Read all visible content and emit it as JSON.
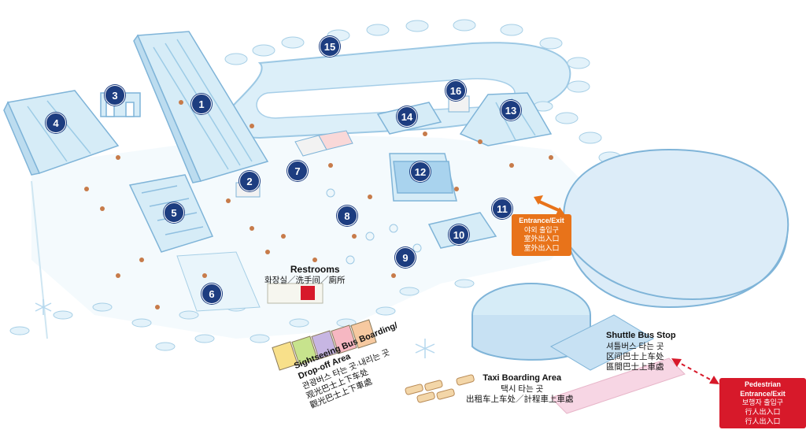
{
  "markers": [
    {
      "id": "marker-1",
      "label": "1"
    },
    {
      "id": "marker-2",
      "label": "2"
    },
    {
      "id": "marker-3",
      "label": "3"
    },
    {
      "id": "marker-4",
      "label": "4"
    },
    {
      "id": "marker-5",
      "label": "5"
    },
    {
      "id": "marker-6",
      "label": "6"
    },
    {
      "id": "marker-7",
      "label": "7"
    },
    {
      "id": "marker-8",
      "label": "8"
    },
    {
      "id": "marker-9",
      "label": "9"
    },
    {
      "id": "marker-10",
      "label": "10"
    },
    {
      "id": "marker-11",
      "label": "11"
    },
    {
      "id": "marker-12",
      "label": "12"
    },
    {
      "id": "marker-13",
      "label": "13"
    },
    {
      "id": "marker-14",
      "label": "14"
    },
    {
      "id": "marker-15",
      "label": "15"
    },
    {
      "id": "marker-16",
      "label": "16"
    }
  ],
  "restrooms": {
    "title": "Restrooms",
    "subtitle": "화장실／洗手间／廁所"
  },
  "entrance_exit": {
    "title": "Entrance/Exit",
    "lines": [
      "야외 출입구",
      "室外出入口",
      "室外出入口"
    ],
    "color": "#e8731a"
  },
  "pedestrian": {
    "title": "Pedestrian Entrance/Exit",
    "lines": [
      "보행자 출입구",
      "行人出入口",
      "行人出入口"
    ],
    "color": "#d7192a"
  },
  "shuttle": {
    "title": "Shuttle Bus Stop",
    "lines": [
      "셔틀버스 타는 곳",
      "区间巴士上车处",
      "區間巴士上車處"
    ]
  },
  "taxi": {
    "title": "Taxi Boarding Area",
    "lines": [
      "택시 타는 곳",
      "出租车上车处／計程車上車處"
    ]
  },
  "sightseeing": {
    "title": "Sightseeing Bus Boarding/",
    "title2": "Drop-off Area",
    "lines": [
      "관광버스 타는 곳·내리는 곳",
      "观光巴士上下车处",
      "觀光巴士上下車處"
    ]
  },
  "colors": {
    "ice": "#d6ecf7",
    "ice_edge": "#7fb4d8",
    "marker": "#1d3d80",
    "path": "#c2e0f0"
  }
}
